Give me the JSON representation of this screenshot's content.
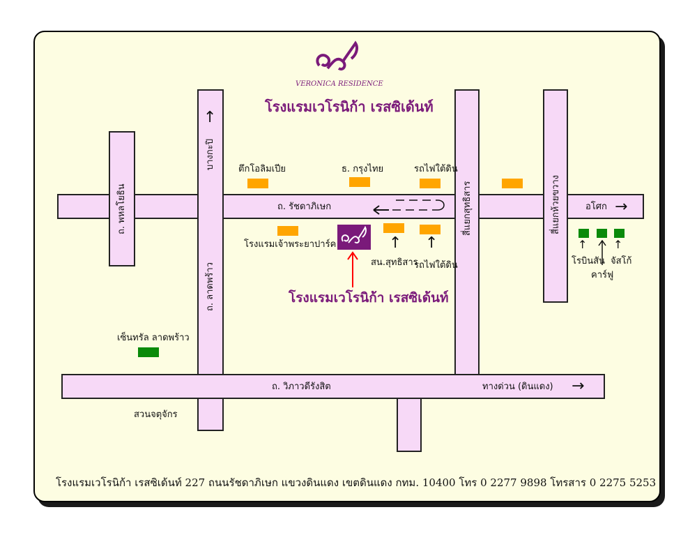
{
  "header": {
    "logo_text": "VERONICA RESIDENCE",
    "hotel_name": "โรงแรมเวโรนิก้า เรสซิเด้นท์"
  },
  "roads": {
    "ratchada": "ถ. รัชดาภิเษก",
    "phahon": "ถ. พหลโยธิน",
    "bangkapi": "บางกะปิ",
    "ladprao": "ถ. ลาดพร้าว",
    "sutthisan": "สี่แยกสุทธิสาร",
    "huaikhwang": "สี่แยกห้วยขวาง",
    "vibhavadi": "ถ. วิภาวดีรังสิต",
    "asok": "อโศก",
    "expressway": "ทางด่วน (ดินแดง)"
  },
  "landmarks": {
    "olympia": "ตึกโอลิมเปีย",
    "krungthai": "ธ. กรุงไทย",
    "mrt1": "รถไฟใต้ดิน",
    "chaophraya": "โรงแรมเจ้าพระยาปาร์ค",
    "police": "สน.สุทธิสาร",
    "mrt2": "รถไฟใต้ดิน",
    "hotel_marker": "โรงแรมเวโรนิก้า เรสซิเด้นท์",
    "central": "เซ็นทรัล ลาดพร้าว",
    "chatuchak": "สวนจตุจักร",
    "robinson": "โรบินสัน",
    "carrefour": "คาร์ฟู",
    "jusco": "จัสโก้"
  },
  "footer": {
    "text": "โรงแรมเวโรนิก้า เรสซิเด้นท์  227 ถนนรัชดาภิเษก แขวงดินแดง เขตดินแดง กทม. 10400 โทร 0 2277 9898 โทรสาร  0 2275 5253"
  },
  "colors": {
    "road": "#f7d9f7",
    "background": "#fdfde2",
    "title": "#7a1a7a",
    "marker": "#ff0000",
    "landmark_orange": "#ffa500",
    "landmark_green": "#0a8a0a",
    "hotel_box": "#7a1a7a"
  }
}
